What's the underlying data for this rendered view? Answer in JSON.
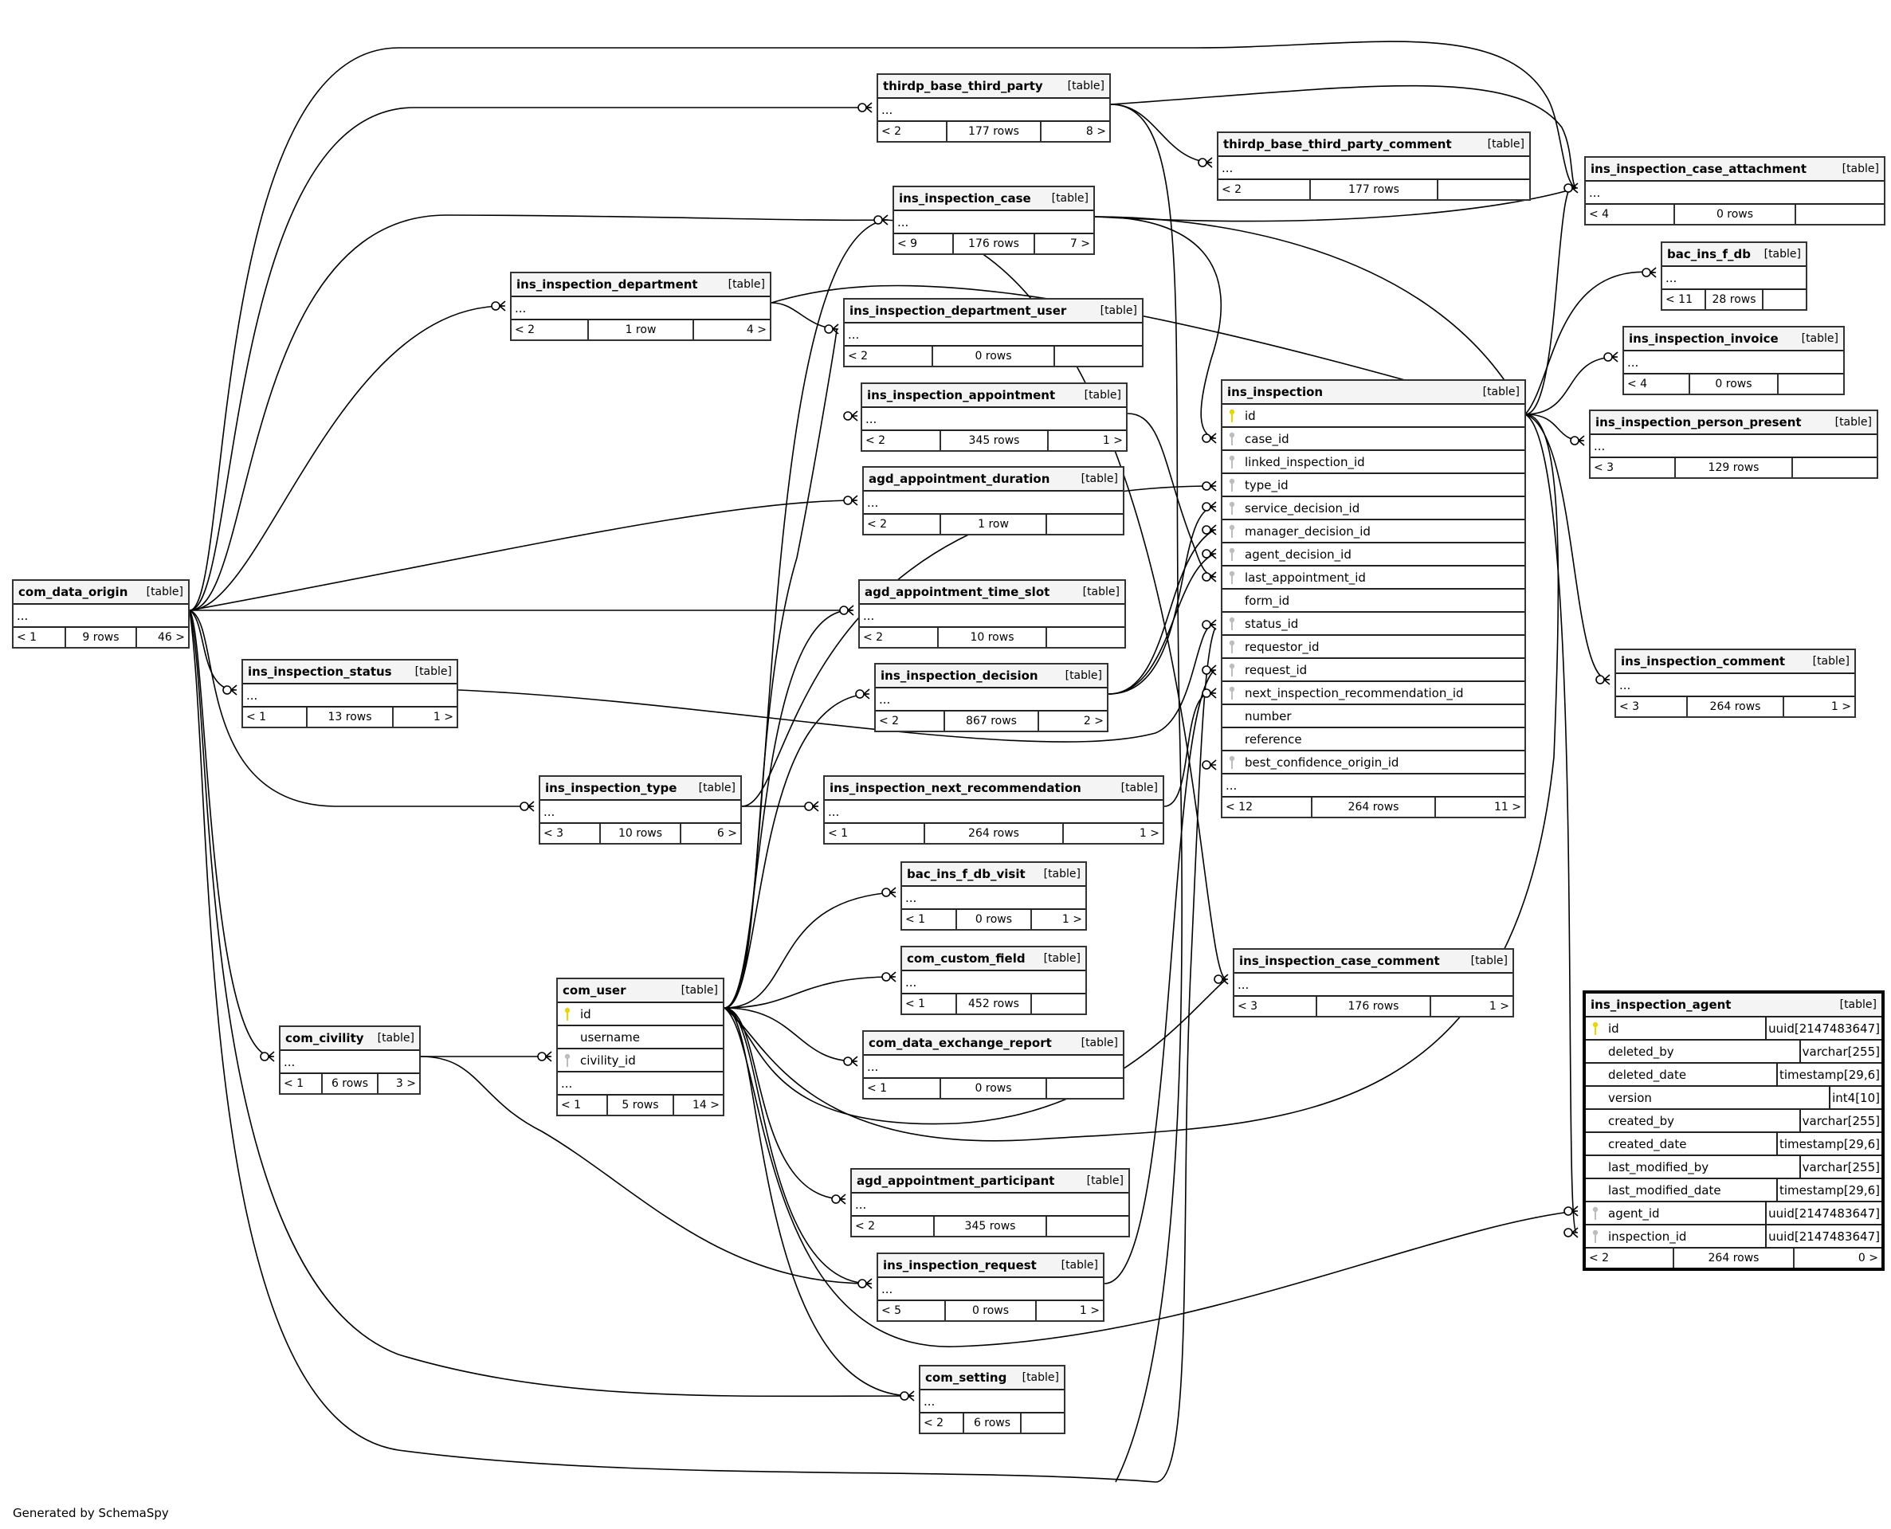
{
  "diagram": {
    "footer": "Generated by SchemaSpy",
    "table_kind_label": "[table]",
    "ellipsis": "...",
    "tables": {
      "thirdp_base_third_party": {
        "name": "thirdp_base_third_party",
        "parents": "< 2",
        "rows": "177 rows",
        "children": "8 >"
      },
      "thirdp_base_third_party_comment": {
        "name": "thirdp_base_third_party_comment",
        "parents": "< 2",
        "rows": "177 rows",
        "children": ""
      },
      "ins_inspection_case_attachment": {
        "name": "ins_inspection_case_attachment",
        "parents": "< 4",
        "rows": "0 rows",
        "children": ""
      },
      "ins_inspection_case": {
        "name": "ins_inspection_case",
        "parents": "< 9",
        "rows": "176 rows",
        "children": "7 >"
      },
      "bac_ins_f_db": {
        "name": "bac_ins_f_db",
        "parents": "< 11",
        "rows": "28 rows",
        "children": ""
      },
      "ins_inspection_department": {
        "name": "ins_inspection_department",
        "parents": "< 2",
        "rows": "1 row",
        "children": "4 >"
      },
      "ins_inspection_department_user": {
        "name": "ins_inspection_department_user",
        "parents": "< 2",
        "rows": "0 rows",
        "children": ""
      },
      "ins_inspection_invoice": {
        "name": "ins_inspection_invoice",
        "parents": "< 4",
        "rows": "0 rows",
        "children": ""
      },
      "ins_inspection_appointment": {
        "name": "ins_inspection_appointment",
        "parents": "< 2",
        "rows": "345 rows",
        "children": "1 >"
      },
      "ins_inspection_person_present": {
        "name": "ins_inspection_person_present",
        "parents": "< 3",
        "rows": "129 rows",
        "children": ""
      },
      "agd_appointment_duration": {
        "name": "agd_appointment_duration",
        "parents": "< 2",
        "rows": "1 row",
        "children": ""
      },
      "com_data_origin": {
        "name": "com_data_origin",
        "parents": "< 1",
        "rows": "9 rows",
        "children": "46 >"
      },
      "agd_appointment_time_slot": {
        "name": "agd_appointment_time_slot",
        "parents": "< 2",
        "rows": "10 rows",
        "children": ""
      },
      "ins_inspection_comment": {
        "name": "ins_inspection_comment",
        "parents": "< 3",
        "rows": "264 rows",
        "children": "1 >"
      },
      "ins_inspection_status": {
        "name": "ins_inspection_status",
        "parents": "< 1",
        "rows": "13 rows",
        "children": "1 >"
      },
      "ins_inspection_decision": {
        "name": "ins_inspection_decision",
        "parents": "< 2",
        "rows": "867 rows",
        "children": "2 >"
      },
      "ins_inspection_type": {
        "name": "ins_inspection_type",
        "parents": "< 3",
        "rows": "10 rows",
        "children": "6 >"
      },
      "ins_inspection_next_recommendation": {
        "name": "ins_inspection_next_recommendation",
        "parents": "< 1",
        "rows": "264 rows",
        "children": "1 >"
      },
      "bac_ins_f_db_visit": {
        "name": "bac_ins_f_db_visit",
        "parents": "< 1",
        "rows": "0 rows",
        "children": "1 >"
      },
      "com_custom_field": {
        "name": "com_custom_field",
        "parents": "< 1",
        "rows": "452 rows",
        "children": ""
      },
      "ins_inspection_case_comment": {
        "name": "ins_inspection_case_comment",
        "parents": "< 3",
        "rows": "176 rows",
        "children": "1 >"
      },
      "com_civility": {
        "name": "com_civility",
        "parents": "< 1",
        "rows": "6 rows",
        "children": "3 >"
      },
      "com_data_exchange_report": {
        "name": "com_data_exchange_report",
        "parents": "< 1",
        "rows": "0 rows",
        "children": ""
      },
      "agd_appointment_participant": {
        "name": "agd_appointment_participant",
        "parents": "< 2",
        "rows": "345 rows",
        "children": ""
      },
      "ins_inspection_request": {
        "name": "ins_inspection_request",
        "parents": "< 5",
        "rows": "0 rows",
        "children": "1 >"
      },
      "com_setting": {
        "name": "com_setting",
        "parents": "< 2",
        "rows": "6 rows",
        "children": ""
      },
      "com_user": {
        "name": "com_user",
        "parents": "< 1",
        "rows": "5 rows",
        "children": "14 >",
        "columns": [
          {
            "name": "id",
            "key": "primary"
          },
          {
            "name": "username",
            "key": "none"
          },
          {
            "name": "civility_id",
            "key": "foreign"
          }
        ]
      },
      "ins_inspection": {
        "name": "ins_inspection",
        "parents": "< 12",
        "rows": "264 rows",
        "children": "11 >",
        "columns": [
          {
            "name": "id",
            "key": "primary"
          },
          {
            "name": "case_id",
            "key": "foreign"
          },
          {
            "name": "linked_inspection_id",
            "key": "foreign"
          },
          {
            "name": "type_id",
            "key": "foreign"
          },
          {
            "name": "service_decision_id",
            "key": "foreign"
          },
          {
            "name": "manager_decision_id",
            "key": "foreign"
          },
          {
            "name": "agent_decision_id",
            "key": "foreign"
          },
          {
            "name": "last_appointment_id",
            "key": "foreign"
          },
          {
            "name": "form_id",
            "key": "none"
          },
          {
            "name": "status_id",
            "key": "foreign"
          },
          {
            "name": "requestor_id",
            "key": "foreign"
          },
          {
            "name": "request_id",
            "key": "foreign"
          },
          {
            "name": "next_inspection_recommendation_id",
            "key": "foreign"
          },
          {
            "name": "number",
            "key": "none"
          },
          {
            "name": "reference",
            "key": "none"
          },
          {
            "name": "best_confidence_origin_id",
            "key": "foreign"
          }
        ]
      },
      "ins_inspection_agent": {
        "name": "ins_inspection_agent",
        "parents": "< 2",
        "rows": "264 rows",
        "children": "0 >",
        "columns": [
          {
            "name": "id",
            "type": "uuid[2147483647]",
            "key": "primary"
          },
          {
            "name": "deleted_by",
            "type": "varchar[255]",
            "key": "none"
          },
          {
            "name": "deleted_date",
            "type": "timestamp[29,6]",
            "key": "none"
          },
          {
            "name": "version",
            "type": "int4[10]",
            "key": "none"
          },
          {
            "name": "created_by",
            "type": "varchar[255]",
            "key": "none"
          },
          {
            "name": "created_date",
            "type": "timestamp[29,6]",
            "key": "none"
          },
          {
            "name": "last_modified_by",
            "type": "varchar[255]",
            "key": "none"
          },
          {
            "name": "last_modified_date",
            "type": "timestamp[29,6]",
            "key": "none"
          },
          {
            "name": "agent_id",
            "type": "uuid[2147483647]",
            "key": "foreign"
          },
          {
            "name": "inspection_id",
            "type": "uuid[2147483647]",
            "key": "foreign"
          }
        ]
      }
    },
    "colors": {
      "primary_key": "#e6d800",
      "foreign_key": "#bdbdbd",
      "header_bg": "#f4f4f4"
    }
  }
}
